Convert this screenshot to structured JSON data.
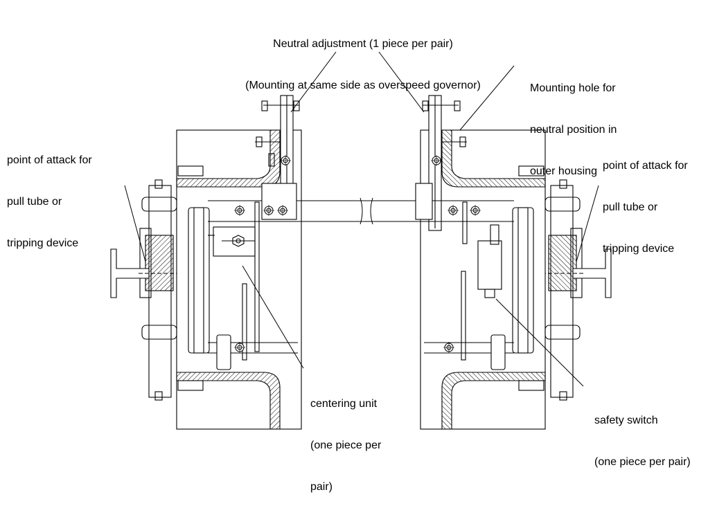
{
  "labels": {
    "neutral_adjustment": {
      "line1": "Neutral adjustment (1 piece per pair)",
      "line2": "(Mounting at same side as overspeed governor)"
    },
    "mounting_hole": [
      "Mounting hole for",
      "neutral position in",
      "outer housing"
    ],
    "point_of_attack_left": [
      "point of attack for",
      "pull tube or",
      "tripping device"
    ],
    "point_of_attack_right": [
      "point of attack for",
      "pull tube or",
      "tripping device"
    ],
    "centering_unit": [
      "centering unit",
      "(one piece per",
      "pair)"
    ],
    "safety_switch": [
      "safety switch",
      "(one piece per pair)"
    ]
  }
}
